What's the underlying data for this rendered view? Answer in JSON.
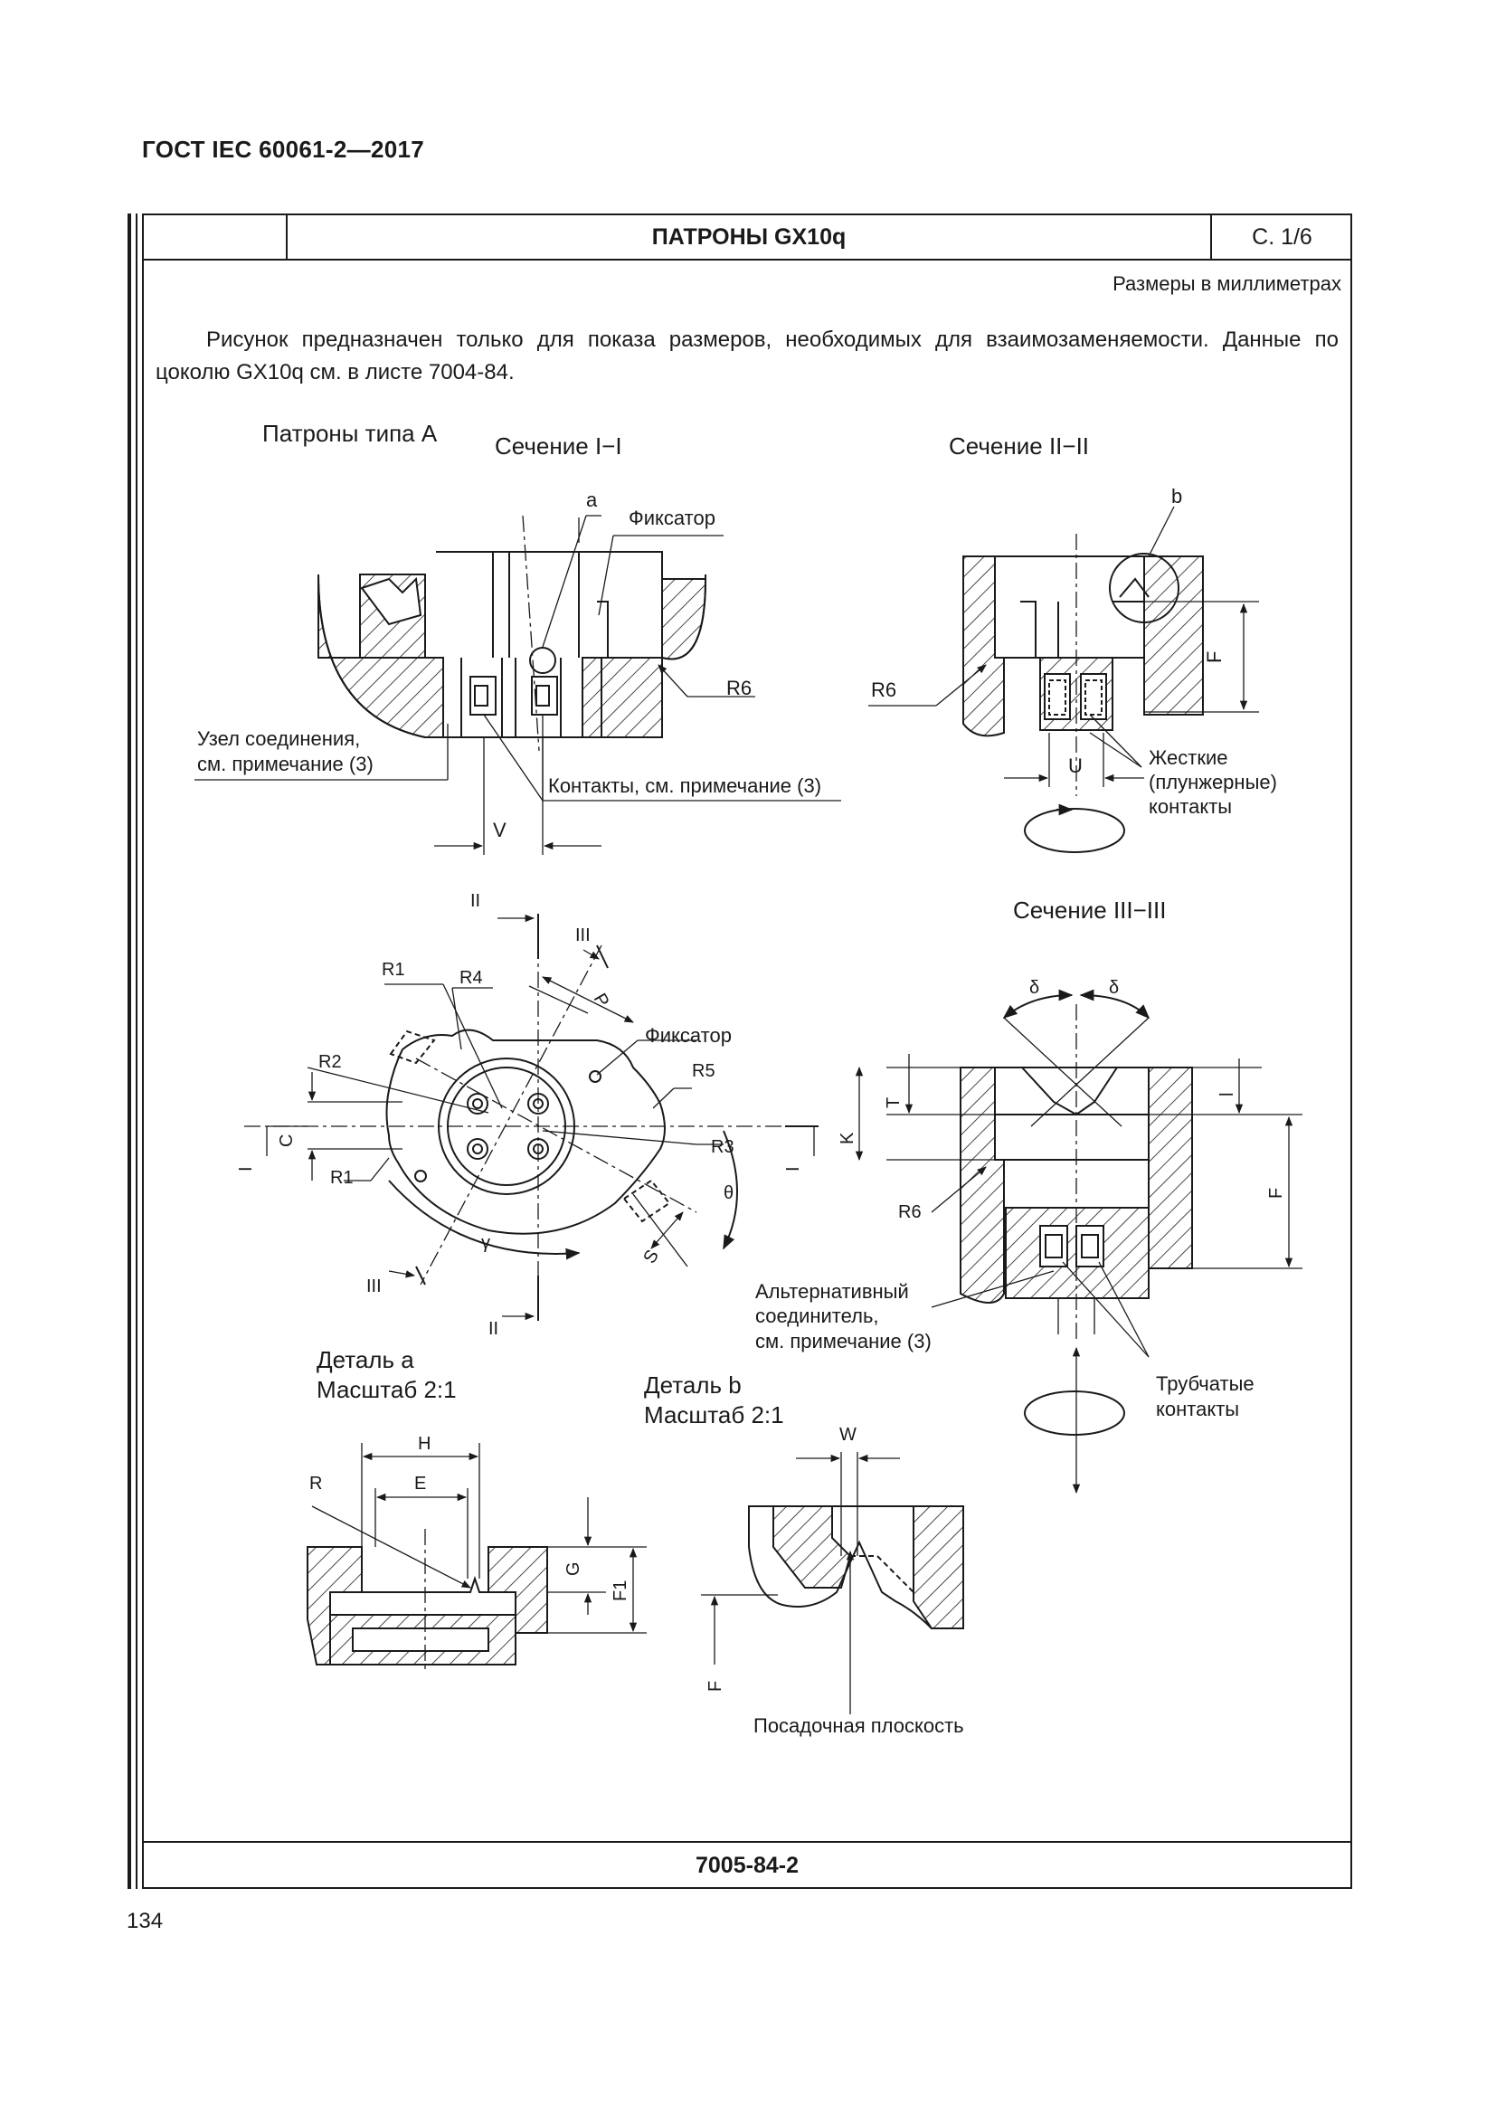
{
  "header": {
    "doc_id": "ГОСТ IEC 60061-2—2017"
  },
  "title_block": {
    "title": "ПАТРОНЫ GX10q",
    "sheet": "С. 1/6"
  },
  "units_note": "Размеры в миллиметрах",
  "intro_text": "Рисунок предназначен только для показа размеров, необходимых для взаимозаменяемости. Данные по цоколю GX10q см. в листе 7004-84.",
  "footer": {
    "code": "7005-84-2",
    "page_number": "134"
  },
  "figure": {
    "type_label": "Патроны типа А",
    "section_1": {
      "title": "Сечение I−I",
      "labels": {
        "a": "a",
        "fixator": "Фиксатор",
        "r6": "R6",
        "junction_1": "Узел соединения,",
        "junction_2": "см. примечание (3)",
        "contacts": "Контакты, см. примечание (3)",
        "v": "V"
      }
    },
    "section_2": {
      "title": "Сечение II−II",
      "labels": {
        "b": "b",
        "f": "F",
        "r6": "R6",
        "u": "U",
        "rigid_1": "Жесткие",
        "rigid_2": "(плунжерные)",
        "rigid_3": "контакты"
      }
    },
    "plan_view": {
      "labels": {
        "ii_top": "II",
        "iii_top": "III",
        "r1_top": "R1",
        "r4": "R4",
        "p": "P",
        "fixator": "Фиксатор",
        "r2": "R2",
        "r5": "R5",
        "i_left": "I",
        "c": "C",
        "r3": "R3",
        "i_right": "I",
        "r1_bottom": "R1",
        "theta": "θ",
        "gamma": "γ",
        "s": "S",
        "iii_bottom": "III",
        "ii_bottom": "II"
      }
    },
    "section_3": {
      "title": "Сечение III−III",
      "labels": {
        "delta_left": "δ",
        "delta_right": "δ",
        "t": "T",
        "k": "K",
        "l": "l",
        "f": "F",
        "r6": "R6",
        "alt_1": "Альтернативный",
        "alt_2": "соединитель,",
        "alt_3": "см. примечание (3)",
        "tube_1": "Трубчатые",
        "tube_2": "контакты"
      }
    },
    "detail_a": {
      "title": "Деталь a",
      "scale": "Масштаб 2:1",
      "labels": {
        "h": "H",
        "e": "E",
        "r": "R",
        "g": "G",
        "f1": "F1"
      }
    },
    "detail_b": {
      "title": "Деталь b",
      "scale": "Масштаб 2:1",
      "labels": {
        "w": "W",
        "f": "F",
        "seat": "Посадочная плоскость"
      }
    }
  }
}
